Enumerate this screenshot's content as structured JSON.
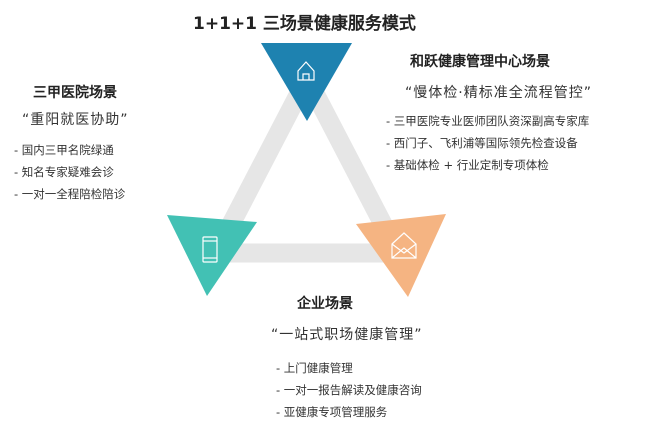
{
  "title": "1+1+1 三场景健康服务模式",
  "colors": {
    "top": "#1e82b0",
    "left": "#42c1b4",
    "right": "#f5b482",
    "band": "#e6e6e6"
  },
  "center": {
    "heading": "和跃健康管理中心场景",
    "quote": "“慢体检·精标准全流程管控”",
    "items": [
      "-  三甲医院专业医师团队资深副高专家库",
      "-  西门子、飞利浦等国际领先检查设备",
      "-  基础体检 + 行业定制专项体检"
    ],
    "icon": "house-icon"
  },
  "hospital": {
    "heading": "三甲医院场景",
    "quote": "“重阳就医协助”",
    "items": [
      "-  国内三甲名院绿通",
      "-  知名专家疑难会诊",
      "-  一对一全程陪检陪诊"
    ],
    "icon": "phone-icon"
  },
  "enterprise": {
    "heading": "企业场景",
    "quote": "“一站式职场健康管理”",
    "items": [
      "-  上门健康管理",
      "-  一对一报告解读及健康咨询",
      "-  亚健康专项管理服务"
    ],
    "icon": "envelope-icon"
  }
}
